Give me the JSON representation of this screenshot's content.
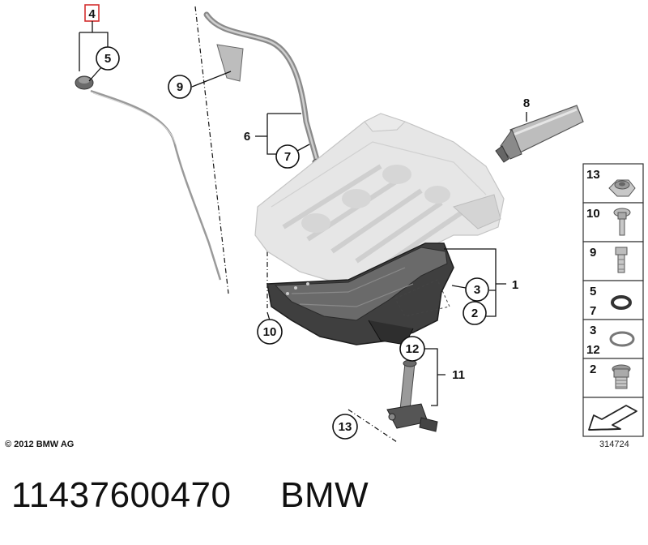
{
  "diagram": {
    "callouts": {
      "c1": "1",
      "c2": "2",
      "c3": "3",
      "c4": "4",
      "c5": "5",
      "c6": "6",
      "c7": "7",
      "c8": "8",
      "c9": "9",
      "c10": "10",
      "c11": "11",
      "c12": "12",
      "c13": "13"
    },
    "legend": {
      "r1": "13",
      "r2": "10",
      "r3": "9",
      "r4a": "5",
      "r4b": "7",
      "r5a": "3",
      "r5b": "12",
      "r6": "2"
    },
    "copyright": "© 2012 BMW AG",
    "diagram_id": "314724"
  },
  "footer": {
    "part_number": "11437600470",
    "brand": "BMW"
  },
  "colors": {
    "highlight": "#d32f2f",
    "part_gray": "#8a8a8a",
    "block_gray": "#e0e0e0",
    "pan_dark": "#4a4a4a"
  }
}
